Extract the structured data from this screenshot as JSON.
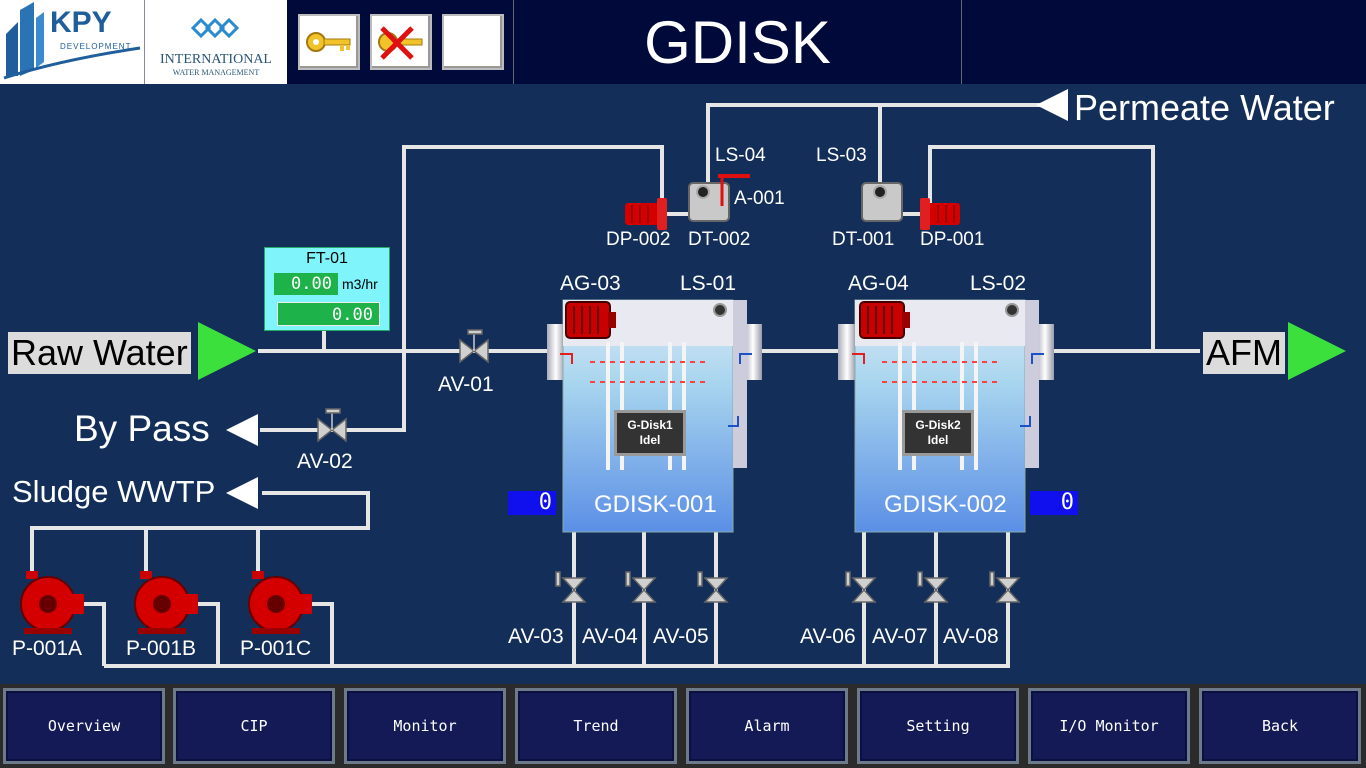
{
  "header": {
    "title": "GDISK",
    "logo_left": {
      "name": "KPY",
      "sub": "DEVELOPMENT"
    },
    "logo_right": {
      "name": "INTERNATIONAL",
      "sub": "WATER MANAGEMENT"
    },
    "toolbar": [
      {
        "icon": "key-icon"
      },
      {
        "icon": "key-cancel-icon"
      },
      {
        "icon": "blank"
      }
    ]
  },
  "flows": {
    "raw_water": "Raw Water",
    "by_pass": "By Pass",
    "sludge": "Sludge WWTP",
    "permeate": "Permeate Water",
    "afm": "AFM"
  },
  "flow_meter": {
    "tag": "FT-01",
    "flow_value": "0.00",
    "unit": "m3/hr",
    "total_value": "0.00"
  },
  "valves": {
    "av01": "AV-01",
    "av02": "AV-02",
    "av03": "AV-03",
    "av04": "AV-04",
    "av05": "AV-05",
    "av06": "AV-06",
    "av07": "AV-07",
    "av08": "AV-08"
  },
  "pumps": {
    "p001a": "P-001A",
    "p001b": "P-001B",
    "p001c": "P-001C"
  },
  "dosing": {
    "dp002": "DP-002",
    "dt002": "DT-002",
    "ls04": "LS-04",
    "a001": "A-001",
    "ls03": "LS-03",
    "dt001": "DT-001",
    "dp001": "DP-001"
  },
  "gdisk1": {
    "ag": "AG-03",
    "ls": "LS-01",
    "name": "GDISK-001",
    "status_line1": "G-Disk1",
    "status_line2": "Idel",
    "counter": "0"
  },
  "gdisk2": {
    "ag": "AG-04",
    "ls": "LS-02",
    "name": "GDISK-002",
    "status_line1": "G-Disk2",
    "status_line2": "Idel",
    "counter": "0"
  },
  "nav": [
    "Overview",
    "CIP",
    "Monitor",
    "Trend",
    "Alarm",
    "Setting",
    "I/O Monitor",
    "Back"
  ],
  "colors": {
    "background": "#132e58",
    "pipe": "#e6e6e6",
    "arrow": "#3ce03c",
    "pump": "#d10000",
    "header": "#000a3a"
  }
}
